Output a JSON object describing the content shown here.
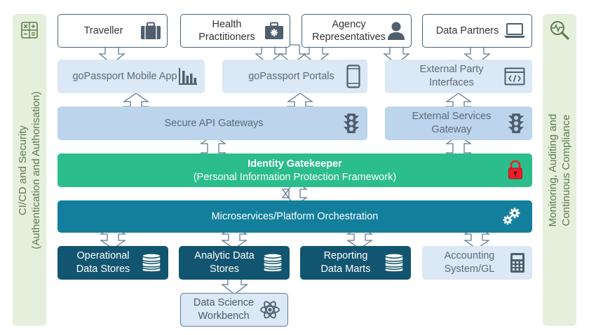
{
  "left_panel": {
    "label_line1": "CI/CD and Security",
    "label_line2": "(Authentication and Authorisation)",
    "icon": "calculator-grid-icon"
  },
  "right_panel": {
    "label_line1": "Monitoring, Auditing and",
    "label_line2": "Continuous Compliance",
    "icon": "magnifier-pulse-icon"
  },
  "users": [
    {
      "label": "Traveller",
      "icon": "briefcase-icon"
    },
    {
      "label": "Health Practitioners",
      "icon": "medical-kit-icon"
    },
    {
      "label": "Agency Representatives",
      "icon": "person-icon"
    },
    {
      "label": "Data Partners",
      "icon": "laptop-icon"
    }
  ],
  "channels": [
    {
      "label": "goPassport Mobile App",
      "icon": "bar-chart-icon"
    },
    {
      "label": "goPassport Portals",
      "icon": "smartphone-icon"
    },
    {
      "label": "External Party Interfaces",
      "icon": "code-window-icon"
    }
  ],
  "gateways": [
    {
      "label": "Secure API Gateways",
      "icon": "traffic-light-icon"
    },
    {
      "label": "External Services Gateway",
      "icon": "traffic-light-icon"
    }
  ],
  "gatekeeper": {
    "title": "Identity Gatekeeper",
    "subtitle": "(Personal Information Protection Framework)",
    "icon": "padlock-icon"
  },
  "orchestration": {
    "label": "Microservices/Platform Orchestration",
    "icon": "gears-icon"
  },
  "stores": [
    {
      "label": "Operational Data Stores",
      "icon": "database-icon"
    },
    {
      "label": "Analytic Data Stores",
      "icon": "database-icon"
    },
    {
      "label": "Reporting Data Marts",
      "icon": "database-icon"
    },
    {
      "label": "Accounting System/GL",
      "icon": "calculator-icon"
    }
  ],
  "workbench": {
    "label": "Data Science Workbench",
    "icon": "atom-icon"
  },
  "colors": {
    "side_panel": "#e4f0dc",
    "channel_box": "#dbe8f5",
    "gateway_box": "#bcd4ec",
    "gatekeeper": "#2bbd8c",
    "orchestration": "#137f9c",
    "data_store": "#125570",
    "lock": "#e8202a"
  }
}
